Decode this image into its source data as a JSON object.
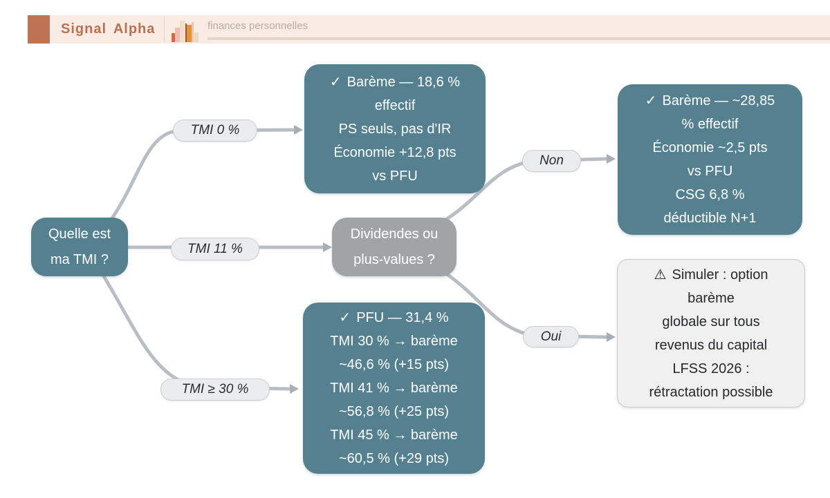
{
  "palette": {
    "brand_accent": "#bf7355",
    "header_bg": "#f9ece5",
    "tagline_text": "#bcab9b",
    "node_teal": "#54808f",
    "node_gray": "#a1a4a6",
    "info_bg": "#f0f0f1",
    "edge_gray": "#b8bec5",
    "pill_bg": "#ebecee"
  },
  "header": {
    "brand": "Signal Alpha",
    "tagline": "finances personnelles",
    "logo_icon": "bar-chart-icon"
  },
  "icons": {
    "check": "✓",
    "warning": "⚠"
  },
  "flowchart": {
    "root": {
      "lines": [
        "Quelle est",
        "ma TMI ?"
      ]
    },
    "question": {
      "lines": [
        "Dividendes ou",
        "plus-values ?"
      ]
    },
    "tmi0": {
      "lines": [
        "Barème — 18,6 %",
        "effectif",
        "PS seuls, pas d'IR",
        "Économie +12,8 pts",
        "vs PFU"
      ]
    },
    "tmi30": {
      "lines": [
        "PFU — 31,4 %",
        "TMI 30 % → barème",
        "~46,6 % (+15 pts)",
        "TMI 41 % → barème",
        "~56,8 % (+25 pts)",
        "TMI 45 % → barème",
        "~60,5 % (+29 pts)"
      ]
    },
    "non_result": {
      "lines": [
        "Barème — ~28,85",
        "% effectif",
        "Économie ~2,5 pts",
        "vs PFU",
        "CSG 6,8 %",
        "déductible N+1"
      ]
    },
    "oui_result": {
      "lines": [
        "Simuler : option",
        "barème",
        "globale sur tous",
        "revenus du capital",
        "LFSS 2026 :",
        "rétractation possible"
      ]
    },
    "edge_labels": {
      "tmi0": "TMI 0 %",
      "tmi11": "TMI 11 %",
      "tmi30": "TMI ≥ 30 %",
      "non": "Non",
      "oui": "Oui"
    }
  }
}
